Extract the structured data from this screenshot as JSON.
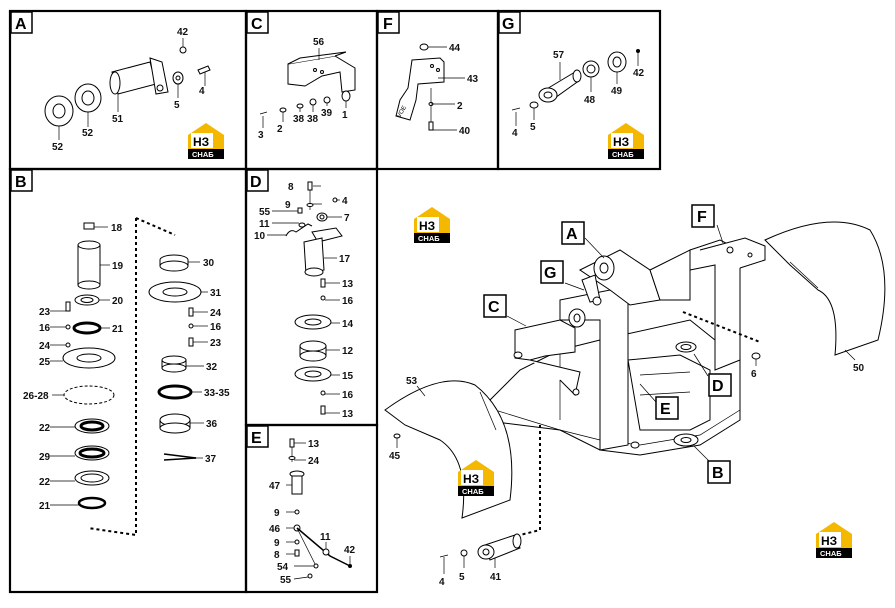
{
  "panels": {
    "A": {
      "label": "A",
      "parts": [
        "42",
        "52",
        "52",
        "51",
        "5",
        "4"
      ]
    },
    "B": {
      "label": "B",
      "parts": [
        "18",
        "19",
        "20",
        "23",
        "16",
        "21",
        "24",
        "25",
        "26-28",
        "22",
        "29",
        "22",
        "21",
        "30",
        "31",
        "24",
        "16",
        "23",
        "32",
        "33-35",
        "36",
        "37"
      ]
    },
    "C": {
      "label": "C",
      "parts": [
        "56",
        "3",
        "2",
        "38",
        "38",
        "39",
        "1"
      ]
    },
    "D": {
      "label": "D",
      "parts": [
        "8",
        "9",
        "4",
        "55",
        "11",
        "7",
        "10",
        "17",
        "13",
        "16",
        "14",
        "12",
        "15",
        "16",
        "13"
      ]
    },
    "E": {
      "label": "E",
      "parts": [
        "13",
        "24",
        "47",
        "9",
        "46",
        "9",
        "8",
        "11",
        "42",
        "54",
        "55"
      ]
    },
    "F": {
      "label": "F",
      "parts": [
        "44",
        "43",
        "2",
        "40"
      ]
    },
    "G": {
      "label": "G",
      "parts": [
        "57",
        "4",
        "5",
        "48",
        "49",
        "42"
      ]
    }
  },
  "main": {
    "callouts": [
      "A",
      "F",
      "G",
      "C",
      "D",
      "E",
      "B"
    ],
    "parts": [
      "53",
      "45",
      "6",
      "50",
      "4",
      "5",
      "41"
    ]
  },
  "logo": {
    "top": "НЗ",
    "bottom": "СНАБ",
    "color": "#f5b800"
  }
}
